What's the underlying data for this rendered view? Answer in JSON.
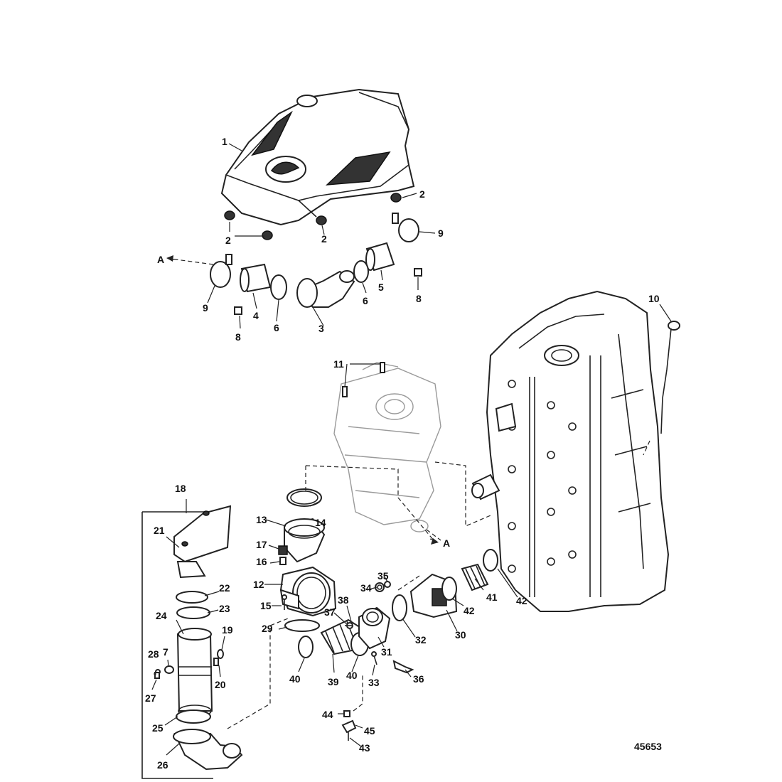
{
  "figure_number": "45653",
  "callouts": {
    "c1": "1",
    "c2a": "2",
    "c2b": "2",
    "c2c": "2",
    "c3": "3",
    "c4": "4",
    "c5": "5",
    "c6a": "6",
    "c6b": "6",
    "c7": "7",
    "c8a": "8",
    "c8b": "8",
    "c9a": "9",
    "c9b": "9",
    "c10": "10",
    "c11": "11",
    "c12": "12",
    "c13": "13",
    "c14": "14",
    "c15": "15",
    "c16": "16",
    "c17": "17",
    "c18": "18",
    "c19": "19",
    "c20": "20",
    "c21": "21",
    "c22": "22",
    "c23": "23",
    "c24": "24",
    "c25": "25",
    "c26": "26",
    "c27": "27",
    "c28": "28",
    "c29": "29",
    "c30": "30",
    "c31": "31",
    "c32": "32",
    "c33": "33",
    "c34": "34",
    "c35": "35",
    "c36": "36",
    "c37": "37",
    "c38": "38",
    "c39": "39",
    "c40a": "40",
    "c40b": "40",
    "c41": "41",
    "c42a": "42",
    "c42b": "42",
    "c43": "43",
    "c44": "44",
    "c45": "45"
  },
  "reference_marks": {
    "a_top": "A",
    "a_bottom": "A"
  }
}
